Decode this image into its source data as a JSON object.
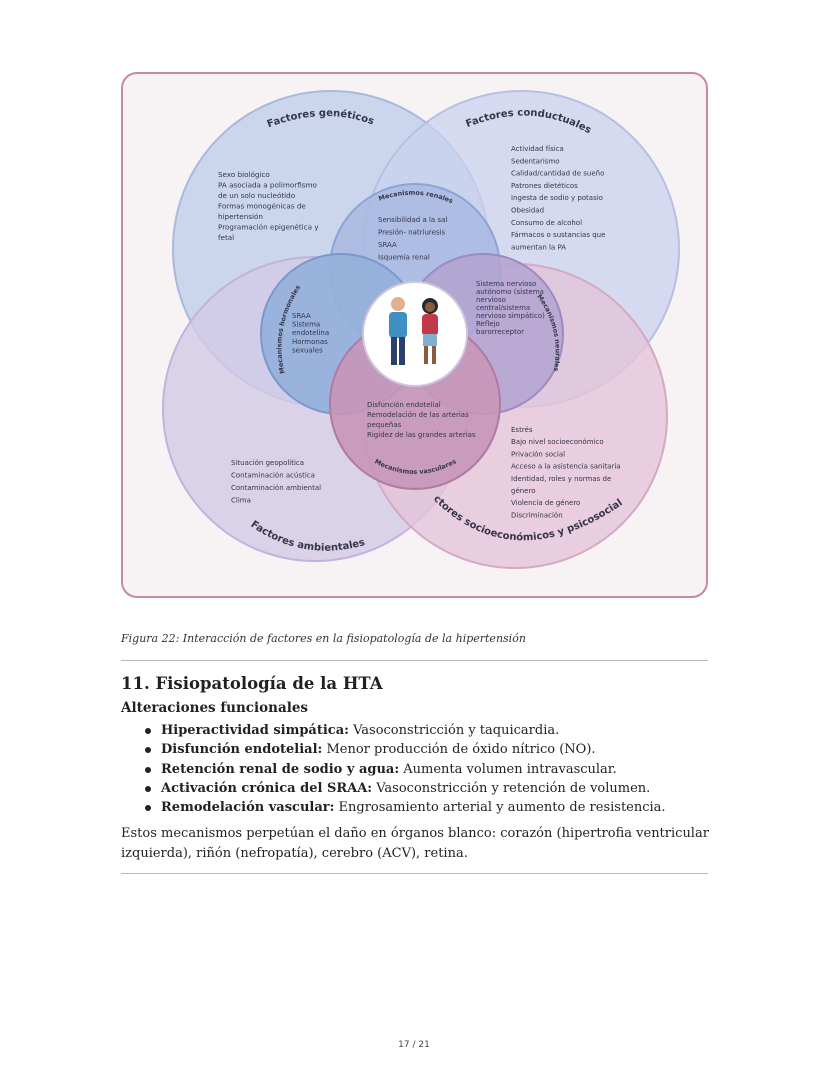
{
  "figure": {
    "circles": {
      "geneticos": {
        "title": "Factores genéticos",
        "items": [
          "Sexo biológico",
          "PA asociada a polimorfismo",
          "de un solo nucleótido",
          "Formas monogénicas de",
          "hipertensión",
          "Programación epigenética y",
          "fetal"
        ]
      },
      "conductuales": {
        "title": "Factores conductuales",
        "items": [
          "Actividad física",
          "Sedentarismo",
          "Calidad/cantidad de sueño",
          "Patrones dietéticos",
          "Ingesta de sodio y potasio",
          "Obesidad",
          "Consumo de alcohol",
          "Fármacos o sustancias que",
          "aumentan la PA"
        ]
      },
      "ambientales": {
        "title": "Factores ambientales",
        "items": [
          "Situación geopolítica",
          "Contaminación acústica",
          "Contaminación ambiental",
          "Clima"
        ]
      },
      "socioeconomicos": {
        "title": "Factores socioeconómicos y psicosociales",
        "items": [
          "Estrés",
          "Bajo nivel socioeconómico",
          "Privación social",
          "Acceso a la asistencia sanitaria",
          "Identidad, roles y normas de",
          "género",
          "Violencia de género",
          "Discriminación"
        ]
      },
      "renales": {
        "title": "Mecanismos renales",
        "items": [
          "Sensibilidad a la sal",
          "Presión- natriuresis",
          "SRAA",
          "Isquemia renal"
        ]
      },
      "hormonales": {
        "title": "Mecanismos hormonales",
        "items": [
          "SRAA",
          "Sistema",
          "endotelina",
          "Hormonas",
          "sexuales"
        ]
      },
      "neurales": {
        "title": "Mecanismos neurales",
        "items": [
          "Sistema nervioso",
          "autónomo (sistema",
          "nervioso",
          "central/sistema",
          "nervioso simpático)",
          "Reflejo",
          "barorreceptor"
        ]
      },
      "vasculares": {
        "title": "Mecanismos vasculares",
        "items": [
          "Disfunción endotelial",
          "Remodelación de las arterias",
          "pequeñas",
          "Rigidez de las grandes arterias"
        ]
      }
    },
    "colors": {
      "frame": "#c98a96",
      "outer_blue": "#c3d0ea",
      "outer_pink": "#e3c4d8",
      "inner_blue": "#93b0da",
      "inner_purple": "#b3a3d0",
      "inner_magenta": "#c796b9"
    },
    "caption": "Figura 22: Interacción de factores en la fisiopatología de la hipertensión"
  },
  "section": {
    "title": "11. Fisiopatología de la HTA",
    "subtitle": "Alteraciones funcionales",
    "bullets": [
      {
        "term": "Hiperactividad simpática:",
        "text": " Vasoconstricción y taquicardia."
      },
      {
        "term": "Disfunción endotelial:",
        "text": " Menor producción de óxido nítrico (NO)."
      },
      {
        "term": "Retención renal de sodio y agua:",
        "text": " Aumenta volumen intravascular."
      },
      {
        "term": "Activación crónica del SRAA:",
        "text": " Vasoconstricción y retención de volumen."
      },
      {
        "term": "Remodelación vascular:",
        "text": " Engrosamiento arterial y aumento de resistencia."
      }
    ],
    "paragraph": "Estos mecanismos perpetúan el daño en órganos blanco: corazón (hipertrofia ventricular izquierda), riñón (nefropatía), cerebro (ACV), retina."
  },
  "footer": {
    "page_number": "17 / 21"
  }
}
